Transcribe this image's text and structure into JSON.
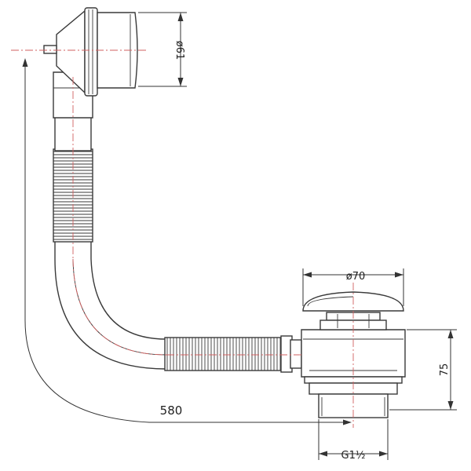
{
  "diagram": {
    "dimensions": {
      "overflow_diameter": "ø61",
      "waste_diameter": "ø70",
      "waste_height": "75",
      "pipe_length": "580",
      "thread": "G1½"
    }
  }
}
